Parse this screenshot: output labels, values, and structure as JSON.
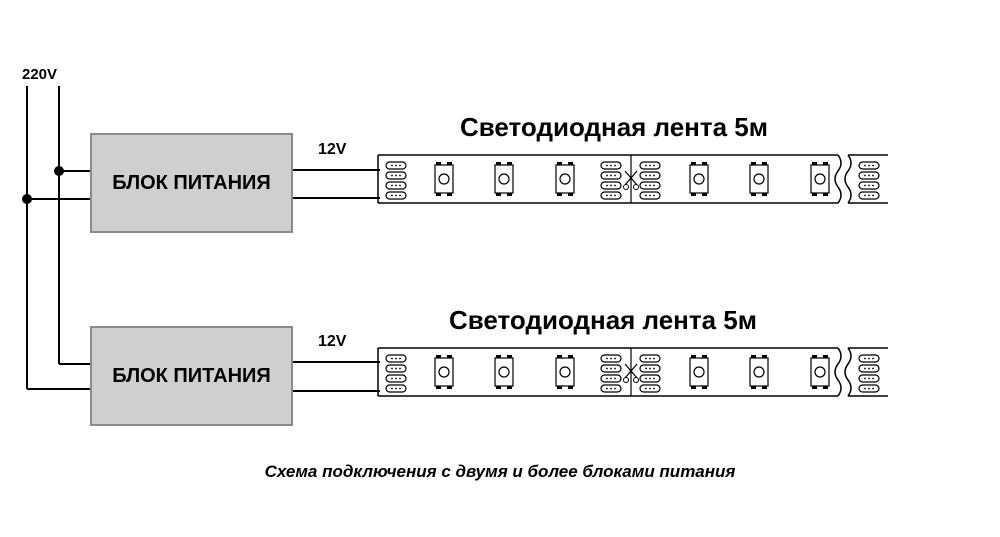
{
  "diagram": {
    "input_voltage": "220V",
    "caption": "Схема подключения с двумя и более блоками питания",
    "power_supplies": [
      {
        "label": "БЛОК ПИТАНИЯ",
        "output_voltage": "12V"
      },
      {
        "label": "БЛОК ПИТАНИЯ",
        "output_voltage": "12V"
      }
    ],
    "strips": [
      {
        "title": "Светодиодная лента 5м"
      },
      {
        "title": "Светодиодная лента 5м"
      }
    ]
  },
  "colors": {
    "line": "#000000",
    "psu_fill": "#cfcfcf",
    "psu_border": "#8a8a8a",
    "background": "#ffffff"
  }
}
